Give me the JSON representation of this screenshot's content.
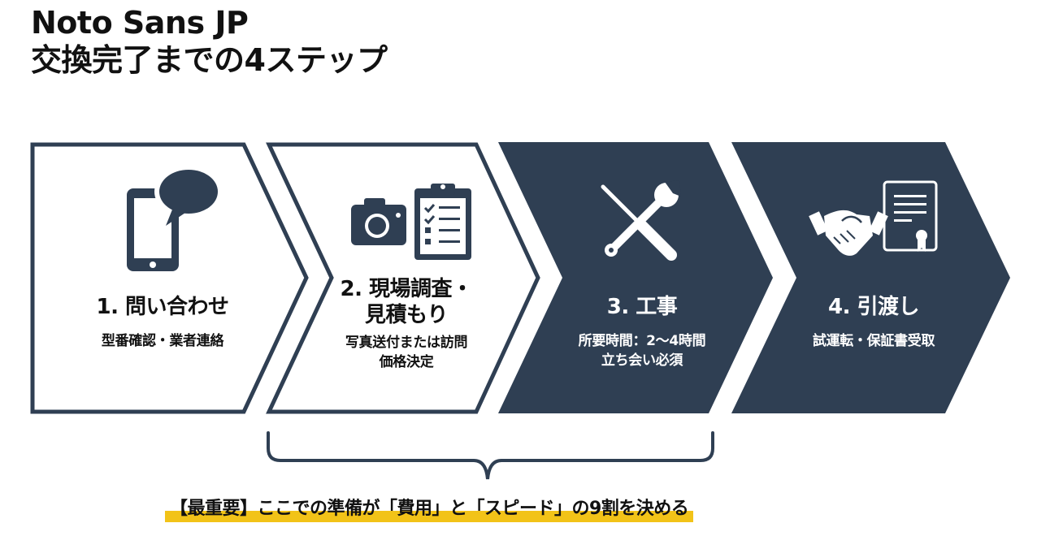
{
  "header": {
    "title_line1": "Noto Sans JP",
    "title_line2": "交換完了までの4ステップ"
  },
  "colors": {
    "dark": "#2f3f53",
    "panel_outline": "#2f3f53",
    "highlight": "#f2c318",
    "text_dark": "#111111",
    "text_light": "#ffffff"
  },
  "steps": [
    {
      "number": "1",
      "label": "1. 問い合わせ",
      "desc_line1": "型番確認・業者連絡",
      "desc_line2": "",
      "icon": "smartphone-chat-icon",
      "style": "outline"
    },
    {
      "number": "2",
      "label_line1": "2. 現場調査・",
      "label_line2": "見積もり",
      "desc_line1": "写真送付または訪問",
      "desc_line2": "価格決定",
      "icon": "camera-clipboard-icon",
      "style": "outline"
    },
    {
      "number": "3",
      "label": "3. 工事",
      "desc_line1": "所要時間：2〜4時間",
      "desc_line2": "立ち会い必須",
      "icon": "tools-icon",
      "style": "filled"
    },
    {
      "number": "4",
      "label": "4. 引渡し",
      "desc_line1": "試運転・保証書受取",
      "desc_line2": "",
      "icon": "handshake-certificate-icon",
      "style": "filled"
    }
  ],
  "brace": {
    "spans_steps": [
      "2",
      "3"
    ]
  },
  "callout": {
    "text": "【最重要】ここでの準備が「費用」と「スピード」の9割を決める"
  }
}
